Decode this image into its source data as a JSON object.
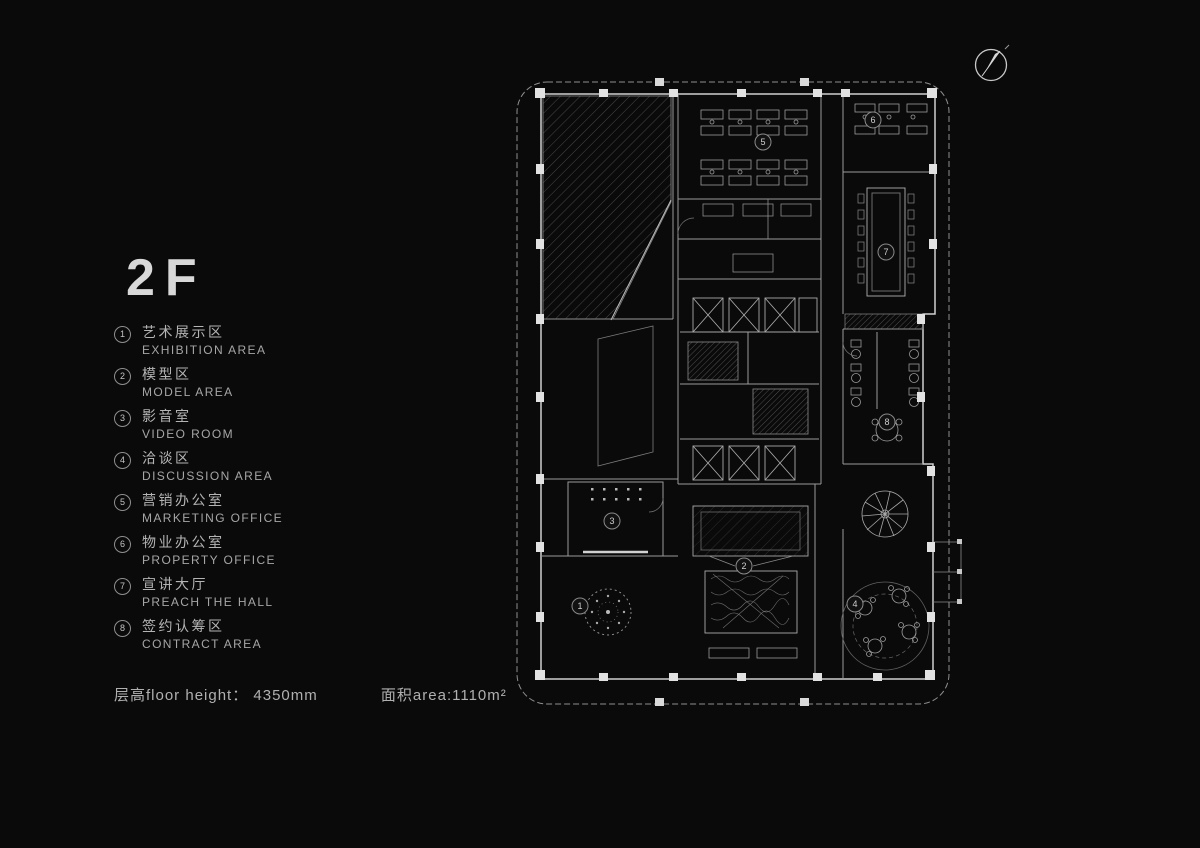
{
  "title": "2F",
  "legend": {
    "items": [
      {
        "num": "1",
        "zh": "艺术展示区",
        "en": "EXHIBITION AREA"
      },
      {
        "num": "2",
        "zh": "模型区",
        "en": "MODEL AREA"
      },
      {
        "num": "3",
        "zh": "影音室",
        "en": "VIDEO ROOM"
      },
      {
        "num": "4",
        "zh": "洽谈区",
        "en": "DISCUSSION AREA"
      },
      {
        "num": "5",
        "zh": "营销办公室",
        "en": "MARKETING OFFICE"
      },
      {
        "num": "6",
        "zh": "物业办公室",
        "en": "PROPERTY OFFICE"
      },
      {
        "num": "7",
        "zh": "宣讲大厅",
        "en": "PREACH THE HALL"
      },
      {
        "num": "8",
        "zh": "签约认筹区",
        "en": "CONTRACT AREA"
      }
    ]
  },
  "footer": {
    "floor_height": "层高floor height： 4350mm",
    "area": "面积area:1110m²"
  },
  "plan": {
    "floor_label": "2F",
    "markers": [
      "1",
      "2",
      "3",
      "4",
      "5",
      "6",
      "7",
      "8"
    ]
  },
  "icons": {
    "north_arrow": "north-arrow"
  },
  "colors": {
    "background": "#0a0a0a",
    "line_bright": "#d5d5d5",
    "line": "#a0a0a0",
    "hatch": "#5a5a5a",
    "text": "#b4b4b4"
  }
}
